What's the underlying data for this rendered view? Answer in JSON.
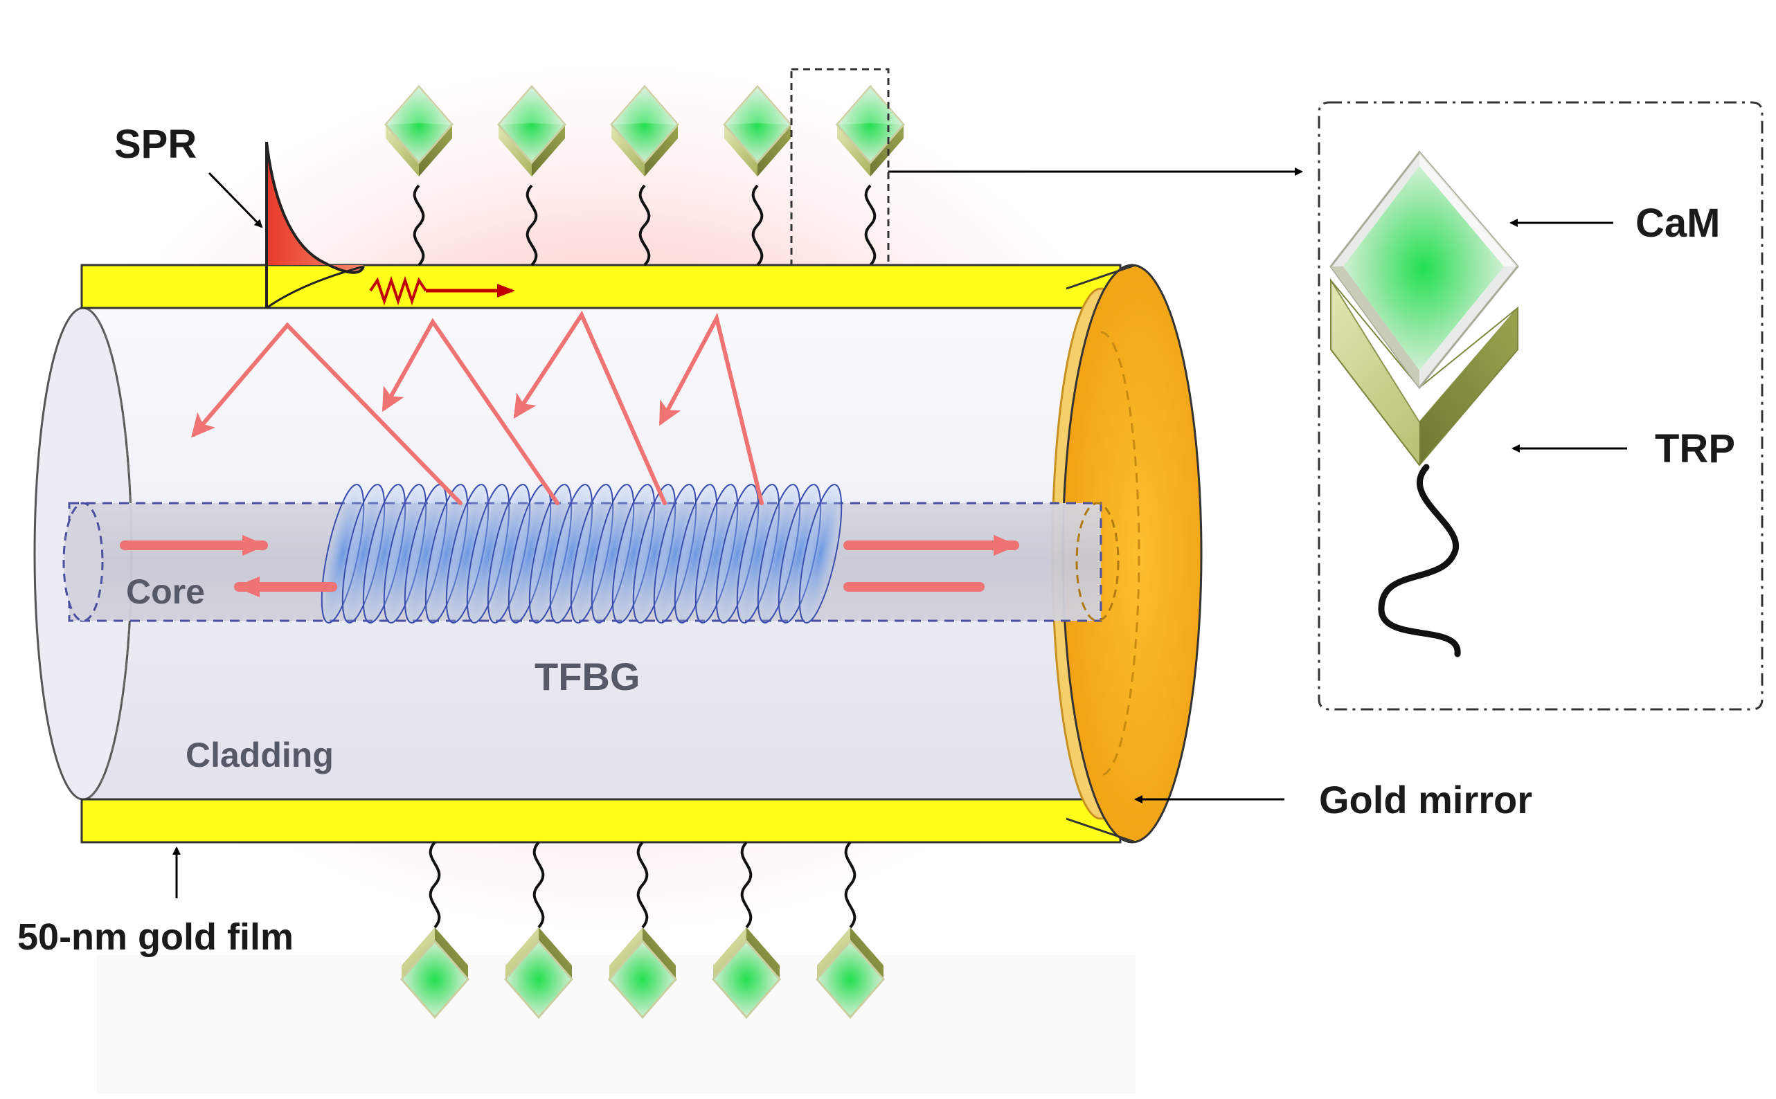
{
  "labels": {
    "spr": "SPR",
    "core": "Core",
    "tfbg": "TFBG",
    "cladding": "Cladding",
    "gold_film": "50-nm gold film",
    "gold_mirror": "Gold mirror",
    "cam": "CaM",
    "trp": "TRP"
  },
  "probes": {
    "top_count": 5,
    "bottom_count": 5
  },
  "colors": {
    "gold_film": "#ffff1a",
    "gold_mirror": "#f4a81c",
    "light": "#f07373",
    "grating": "#5a8fe0",
    "cam_green": "#2fe05a",
    "trp_olive": "#b5bf6a",
    "glow": "#ffb3b3"
  }
}
